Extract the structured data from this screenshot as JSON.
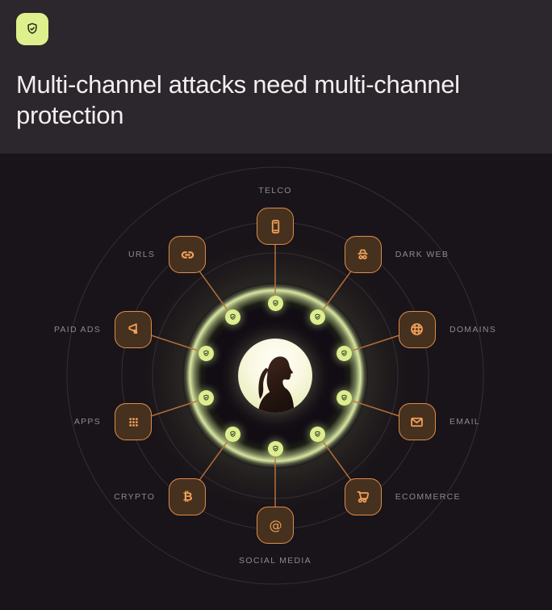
{
  "header": {
    "badge_icon": "shield-check-icon",
    "title": "Multi-channel attacks need multi-channel protection"
  },
  "diagram": {
    "center_image": "backlit-silhouette-of-person",
    "center_shield_badges": "shield-check-icon",
    "channels": [
      {
        "id": "telco",
        "label": "TELCO",
        "icon": "smartphone-icon",
        "angle": -90,
        "label_pos": "top"
      },
      {
        "id": "dark-web",
        "label": "DARK WEB",
        "icon": "incognito-icon",
        "angle": -54,
        "label_pos": "right"
      },
      {
        "id": "domains",
        "label": "DOMAINS",
        "icon": "globe-icon",
        "angle": -18,
        "label_pos": "right"
      },
      {
        "id": "email",
        "label": "EMAIL",
        "icon": "mail-icon",
        "angle": 18,
        "label_pos": "right"
      },
      {
        "id": "ecommerce",
        "label": "ECOMMERCE",
        "icon": "cart-icon",
        "angle": 54,
        "label_pos": "right"
      },
      {
        "id": "social-media",
        "label": "SOCIAL MEDIA",
        "icon": "at-sign-icon",
        "angle": 90,
        "label_pos": "bottom"
      },
      {
        "id": "crypto",
        "label": "CRYPTO",
        "icon": "bitcoin-icon",
        "angle": 126,
        "label_pos": "left"
      },
      {
        "id": "apps",
        "label": "APPS",
        "icon": "grid-dots-icon",
        "angle": 162,
        "label_pos": "left"
      },
      {
        "id": "paid-ads",
        "label": "PAID ADS",
        "icon": "megaphone-icon",
        "angle": 198,
        "label_pos": "left"
      },
      {
        "id": "urls",
        "label": "URLS",
        "icon": "link-icon",
        "angle": 234,
        "label_pos": "left"
      }
    ],
    "colors": {
      "header_bg": "#2c272c",
      "body_bg": "#191419",
      "title_text": "#f2eff0",
      "lime_accent": "#ddf08c",
      "tile_border_orange": "#df8c4b",
      "icon_glyph_orange": "#f2a058",
      "connector_line": "#b96f38",
      "label_gray": "#8e898c",
      "tile_fill_brown": "#46311f"
    }
  }
}
